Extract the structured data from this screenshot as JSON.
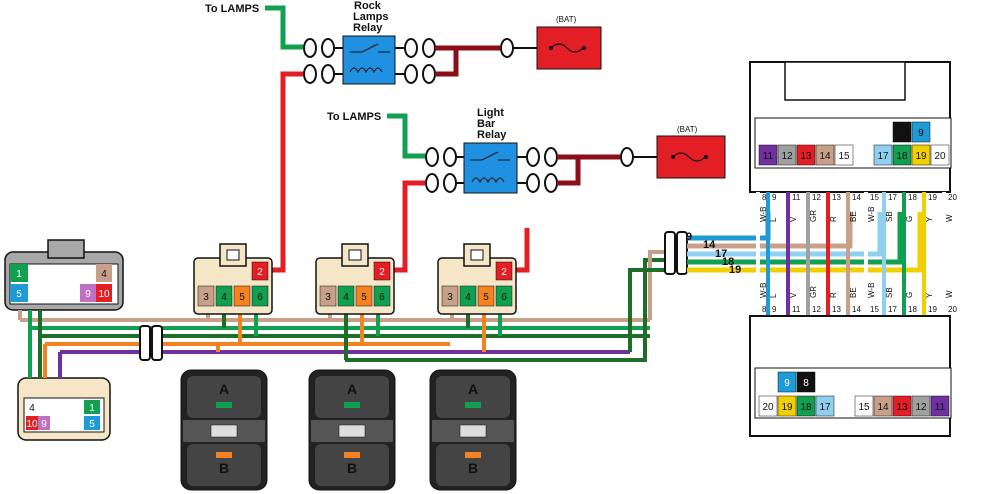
{
  "labels": {
    "to_lamps_1": "To LAMPS",
    "to_lamps_2": "To LAMPS",
    "relay1": [
      "Rock",
      "Lamps",
      "Relay"
    ],
    "relay2": [
      "Light",
      "Bar",
      "Relay"
    ],
    "bat1": "(BAT)",
    "bat2": "(BAT)"
  },
  "switch_connectors": [
    {
      "top_pin": "2",
      "pins": [
        "3",
        "4",
        "5",
        "6"
      ]
    },
    {
      "top_pin": "2",
      "pins": [
        "3",
        "4",
        "5",
        "6"
      ]
    },
    {
      "top_pin": "2",
      "pins": [
        "3",
        "4",
        "5",
        "6"
      ]
    }
  ],
  "switches": [
    {
      "top": "A",
      "bottom": "B"
    },
    {
      "top": "A",
      "bottom": "B"
    },
    {
      "top": "A",
      "bottom": "B"
    }
  ],
  "main_connector": {
    "upper_pins": [
      "11",
      "12",
      "13",
      "14",
      "15",
      "17",
      "18",
      "19",
      "20"
    ],
    "upper_top_pins": [
      "8",
      "9"
    ],
    "lower_pins": [
      "20",
      "19",
      "18",
      "17",
      "15",
      "14",
      "13",
      "12",
      "11"
    ],
    "lower_top_pins": [
      "9",
      "8"
    ],
    "wire_codes": [
      "W-B",
      "L",
      "V",
      "GR",
      "R",
      "BE",
      "W-B",
      "SB",
      "G",
      "Y",
      "W"
    ],
    "wire_nums": [
      "8",
      "9",
      "11",
      "12",
      "13",
      "14",
      "15",
      "17",
      "18",
      "19",
      "20"
    ],
    "bus_nums": [
      "9",
      "14",
      "17",
      "18",
      "19"
    ]
  },
  "left_connector_top": {
    "pins": [
      "1",
      "4",
      "5",
      "9",
      "10"
    ]
  },
  "left_connector_bottom": {
    "pins": [
      "4",
      "9",
      "1",
      "5",
      "10"
    ]
  },
  "colors": {
    "green": "#10a050",
    "darkgreen": "#1e6e2a",
    "red": "#e31e24",
    "darkred": "#8b0f18",
    "orange": "#f58220",
    "tan": "#c8a08a",
    "blue": "#1e9ad6",
    "purple": "#7030a0",
    "yellow": "#f0d000",
    "skyblue": "#8fd0f0",
    "relay": "#2090e0"
  }
}
